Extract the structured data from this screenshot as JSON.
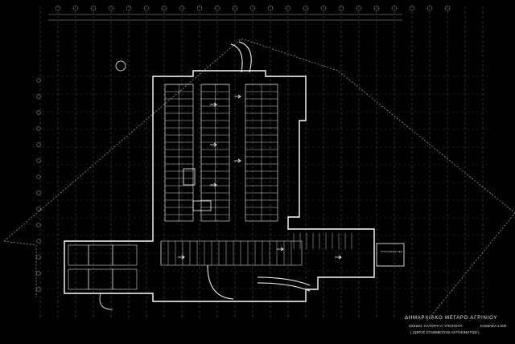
{
  "drawing": {
    "title": "ΔΗΜΑΡΧΙΑΚΟ ΜΕΓΑΡΟ ΑΓΡΙΝΙΟΥ",
    "subtitle": "ΣΧΕΔΙΟ: ΚΑΤΟΨΗ Α' ΥΠΟΓΕΙΟΥ",
    "scale": "ΚΛΙΜΑΚΑ 1:200",
    "description": "( ΧΩΡΟΣ ΣΤΑΘΜΕΥΣΗΣ ΑΥΤΟΚΙΝΗΤΩΝ )",
    "room_label": "ΥΠΟΣΤΑΘΜΟΣ ΔΕΗ"
  },
  "colors": {
    "background": "#000000",
    "lines": "#ffffff"
  }
}
